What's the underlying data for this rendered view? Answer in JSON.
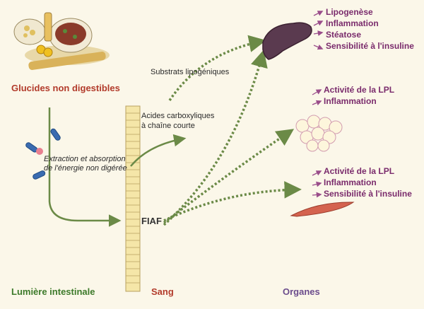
{
  "labels": {
    "glucides": "Glucides non digestibles",
    "substrats": "Substrats lipogéniques",
    "acides_line1": "Acides carboxyliques",
    "acides_line2": "à chaîne courte",
    "extraction_line1": "Extraction et absorption",
    "extraction_line2": "de l'énergie non digérée",
    "fiaf": "FIAF",
    "lumiere": "Lumière intestinale",
    "sang": "Sang",
    "organes": "Organes"
  },
  "liver_effects": [
    "Lipogenèse",
    "Inflammation",
    "Stéatose",
    "Sensibilité à l'insuline"
  ],
  "adipose_effects": [
    "Activité de la LPL",
    "Inflammation"
  ],
  "muscle_effects": [
    "Activité de la LPL",
    "Inflammation",
    "Sensibilité à l'insuline"
  ],
  "colors": {
    "background": "#fbf7e9",
    "arrow_green": "#6b8a47",
    "blood_column": "#f5e6a8",
    "liver": "#5a3a4f",
    "effect_arrow": "#9a4d8a",
    "label_green": "#3d7a2a",
    "label_red": "#b23b2b",
    "label_purple": "#6b4c8c"
  }
}
